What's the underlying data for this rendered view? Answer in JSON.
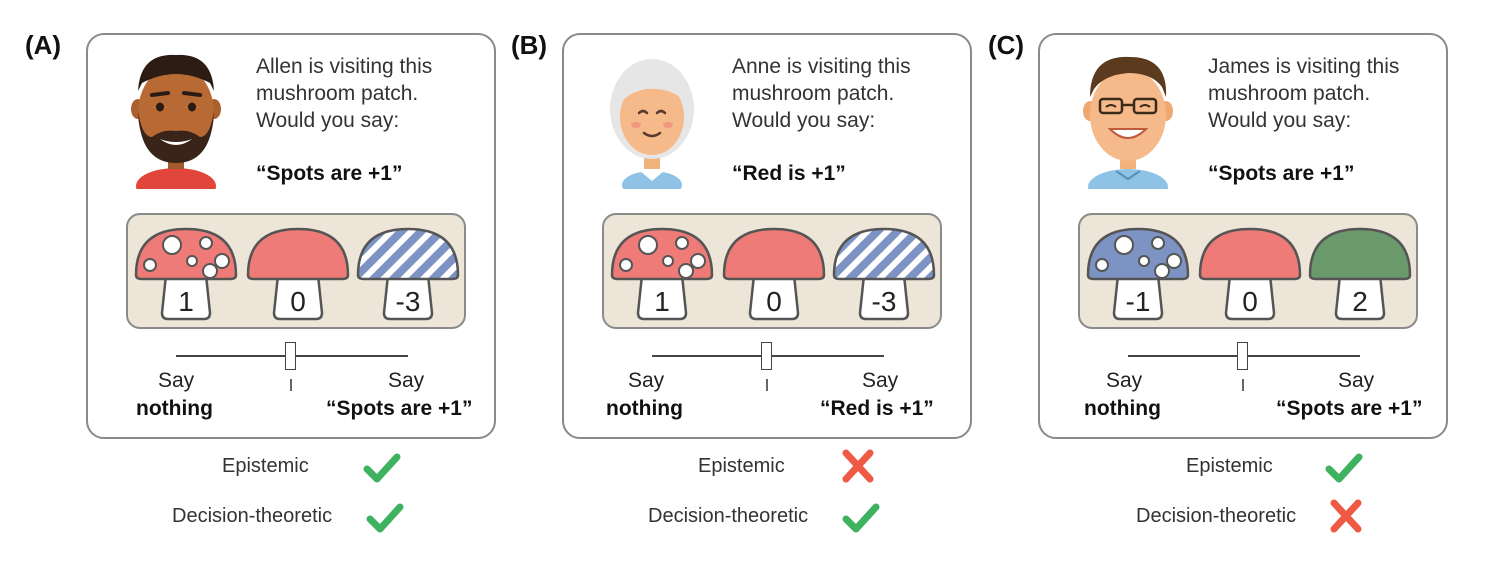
{
  "panels": [
    {
      "label": "(A)",
      "text": [
        "Allen is visiting this",
        "mushroom patch.",
        "Would you say:"
      ],
      "quote": "“Spots are +1”",
      "mushrooms": [
        {
          "value": "1",
          "cap": "spots-red"
        },
        {
          "value": "0",
          "cap": "plain-red"
        },
        {
          "value": "-3",
          "cap": "stripes-blue"
        }
      ],
      "say_left": "Say",
      "left_bold": "nothing",
      "say_right": "Say",
      "right_bold": "“Spots are +1”",
      "epistemic": "Epistemic",
      "epistemic_mark": "check",
      "decision": "Decision-theoretic",
      "decision_mark": "check"
    },
    {
      "label": "(B)",
      "text": [
        "Anne is visiting this",
        "mushroom patch.",
        "Would you say:"
      ],
      "quote": "“Red is +1”",
      "mushrooms": [
        {
          "value": "1",
          "cap": "spots-red"
        },
        {
          "value": "0",
          "cap": "plain-red"
        },
        {
          "value": "-3",
          "cap": "stripes-blue"
        }
      ],
      "say_left": "Say",
      "left_bold": "nothing",
      "say_right": "Say",
      "right_bold": "“Red is +1”",
      "epistemic": "Epistemic",
      "epistemic_mark": "cross",
      "decision": "Decision-theoretic",
      "decision_mark": "check"
    },
    {
      "label": "(C)",
      "text": [
        "James is visiting this",
        "mushroom patch.",
        "Would you say:"
      ],
      "quote": "“Spots are +1”",
      "mushrooms": [
        {
          "value": "-1",
          "cap": "spots-blue"
        },
        {
          "value": "0",
          "cap": "plain-red"
        },
        {
          "value": "2",
          "cap": "plain-green"
        }
      ],
      "say_left": "Say",
      "left_bold": "nothing",
      "say_right": "Say",
      "right_bold": "“Spots are +1”",
      "epistemic": "Epistemic",
      "epistemic_mark": "check",
      "decision": "Decision-theoretic",
      "decision_mark": "cross"
    }
  ],
  "colors": {
    "red_cap": "#ee7b78",
    "blue_cap": "#7d93c4",
    "green_cap": "#6a9a6c",
    "tray": "#ede6d8",
    "check": "#3fb25f",
    "cross": "#ef5a45"
  }
}
